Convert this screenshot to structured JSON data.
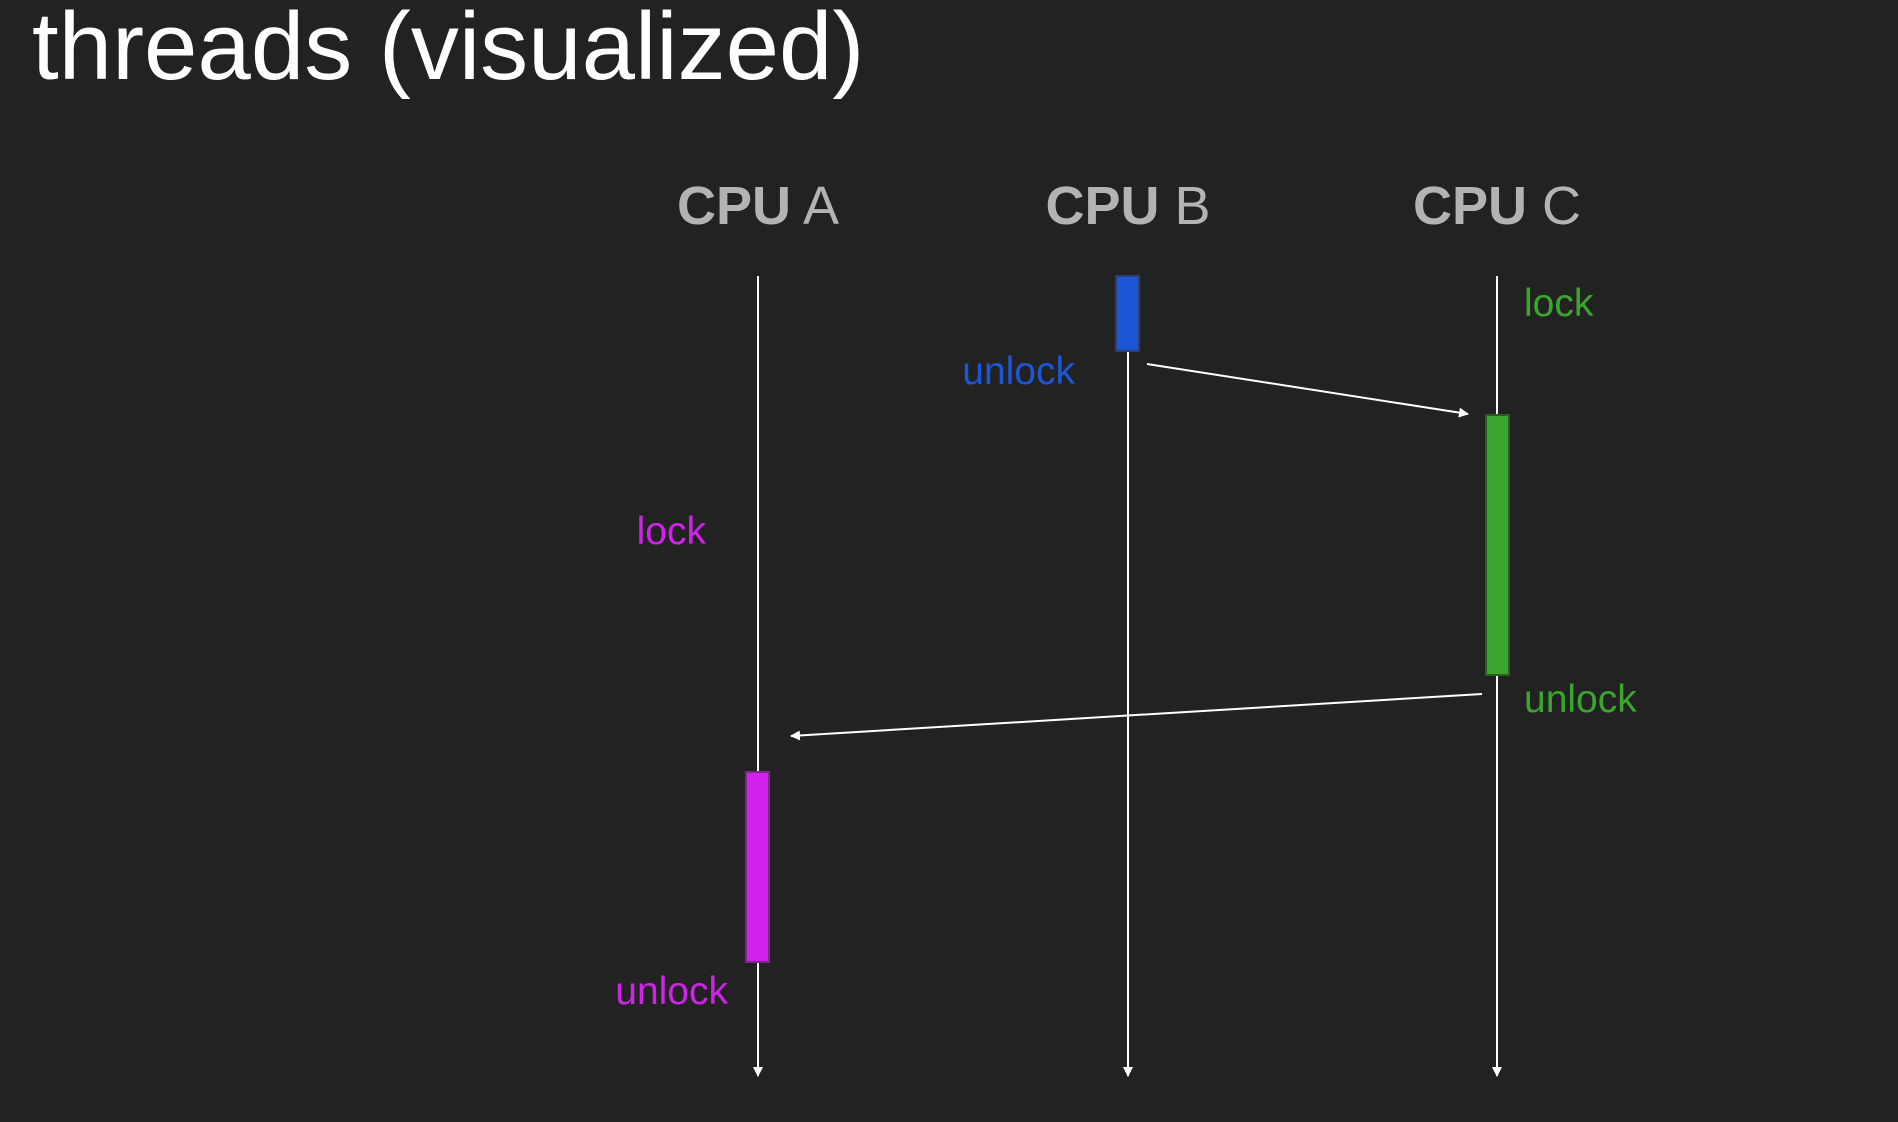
{
  "title": "threads (visualized)",
  "cpus": [
    {
      "id": "a",
      "prefix": "CPU",
      "letter": "A"
    },
    {
      "id": "b",
      "prefix": "CPU",
      "letter": "B"
    },
    {
      "id": "c",
      "prefix": "CPU",
      "letter": "C"
    }
  ],
  "labels": {
    "cpu_c_lock": "lock",
    "cpu_b_unlock": "unlock",
    "cpu_a_lock": "lock",
    "cpu_c_unlock": "unlock",
    "cpu_a_unlock": "unlock"
  },
  "colors": {
    "background": "#222222",
    "timeline": "#ffffff",
    "header": "#b3b3b3",
    "cpu_a": "#d022ea",
    "cpu_b": "#1a56d6",
    "cpu_c": "#3aa62e"
  }
}
